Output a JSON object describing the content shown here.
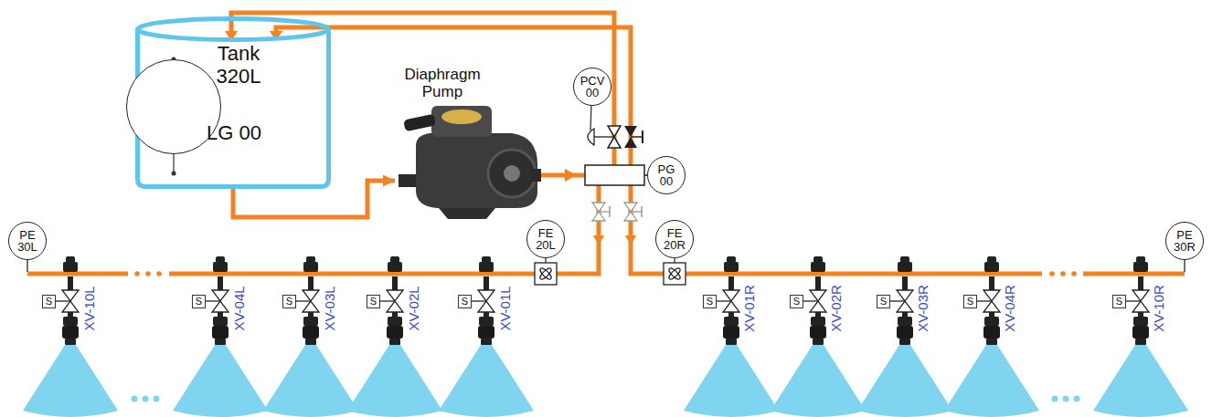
{
  "diagram": {
    "nodes": [
      {
        "text": [
          "Tank 320L"
        ]
      },
      {
        "text": [
          "LG 00"
        ],
        "in": 0
      },
      {
        "text": [
          "Diaphragm Pump"
        ]
      },
      {
        "text": [
          "PCV 00"
        ]
      },
      {
        "text": [
          "PG 00"
        ]
      },
      {
        "text": [
          "PE 30L"
        ]
      },
      {
        "text": [
          "FE 20L"
        ]
      },
      {
        "text": [
          "FE 20R"
        ]
      },
      {
        "text": [
          "PE 30R"
        ]
      },
      {
        "text": [
          "S"
        ]
      },
      {
        "text": [
          "S"
        ]
      },
      {
        "text": [
          "S"
        ]
      },
      {
        "text": [
          "S"
        ]
      },
      {
        "text": [
          "S"
        ]
      },
      {
        "text": [
          "S"
        ]
      },
      {
        "text": [
          "S"
        ]
      },
      {
        "text": [
          "S"
        ]
      },
      {
        "text": [
          "S"
        ]
      },
      {
        "text": [
          "S"
        ]
      }
    ],
    "edges": [
      {
        "from": 0,
        "to": 2,
        "arrow": "to"
      }
    ],
    "labels": [
      "XV-10L",
      "XV-04L",
      "XV-03L",
      "XV-02L",
      "XV-01L",
      "XV-01R",
      "XV-02R",
      "XV-03R",
      "XV-04R",
      "XV-10R"
    ]
  }
}
